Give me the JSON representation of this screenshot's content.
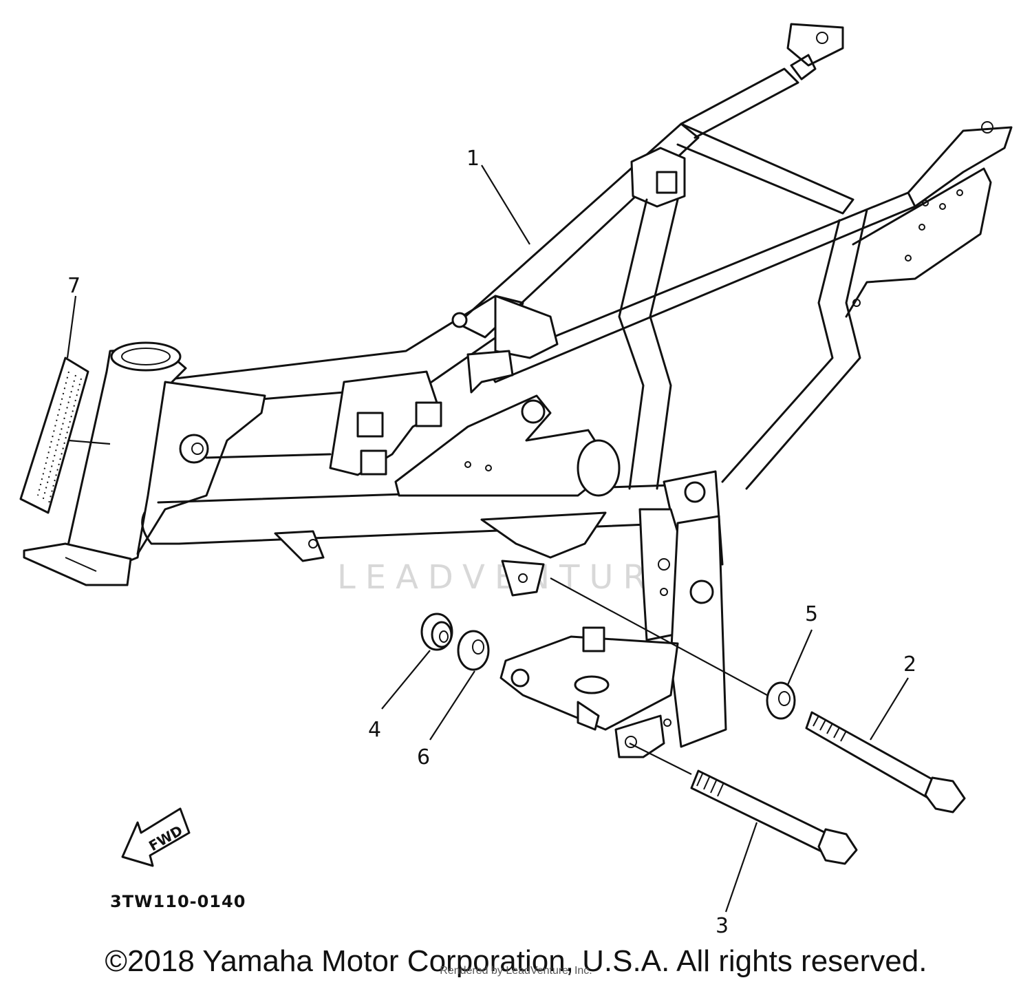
{
  "diagram": {
    "watermark": "LEADVENTURE",
    "diagram_code": "3TW110-0140",
    "fwd_label": "FWD",
    "callouts": [
      "1",
      "2",
      "3",
      "4",
      "5",
      "6",
      "7"
    ]
  },
  "footer": {
    "copyright": "©2018 Yamaha Motor Corporation, U.S.A. All rights reserved.",
    "render_credit": "Rendered by LeadVenture, Inc."
  }
}
